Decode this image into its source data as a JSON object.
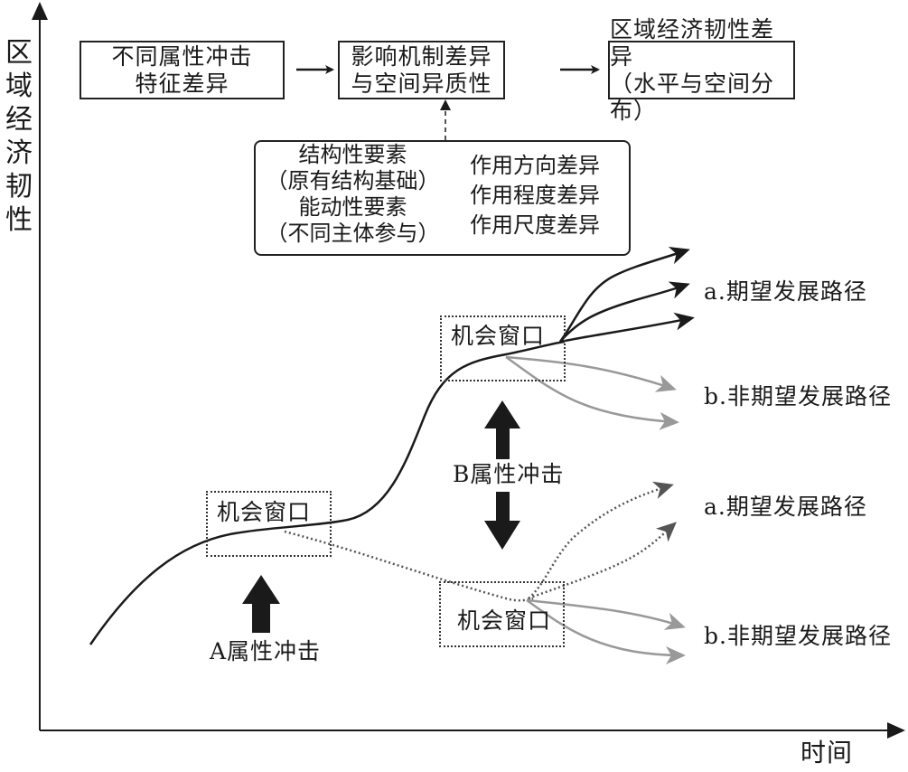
{
  "axes": {
    "y_label_chars": [
      "区",
      "域",
      "经",
      "济",
      "韧",
      "性"
    ],
    "y_label": "区域经济韧性",
    "x_label": "时间"
  },
  "flow": {
    "box1": {
      "line1": "不同属性冲击",
      "line2": "特征差异"
    },
    "box2": {
      "line1": "影响机制差异",
      "line2": "与空间异质性"
    },
    "box3": {
      "line1": "区域经济韧性差异",
      "line2": "（水平与空间分布）"
    }
  },
  "factors": {
    "left": [
      "结构性要素",
      "（原有结构基础）",
      "能动性要素",
      "（不同主体参与）"
    ],
    "right": [
      "作用方向差异",
      "作用程度差异",
      "作用尺度差异"
    ]
  },
  "windows": {
    "window_a": "机会窗口",
    "window_upper": "机会窗口",
    "window_lower": "机会窗口"
  },
  "shocks": {
    "a": "A属性冲击",
    "b": "B属性冲击"
  },
  "paths": {
    "upper_expected": "a.期望发展路径",
    "upper_unexpected": "b.非期望发展路径",
    "lower_expected": "a.期望发展路径",
    "lower_unexpected": "b.非期望发展路径"
  },
  "colors": {
    "line": "#1a1a1a",
    "unexpected": "#999999",
    "dotted_path": "#555555"
  }
}
